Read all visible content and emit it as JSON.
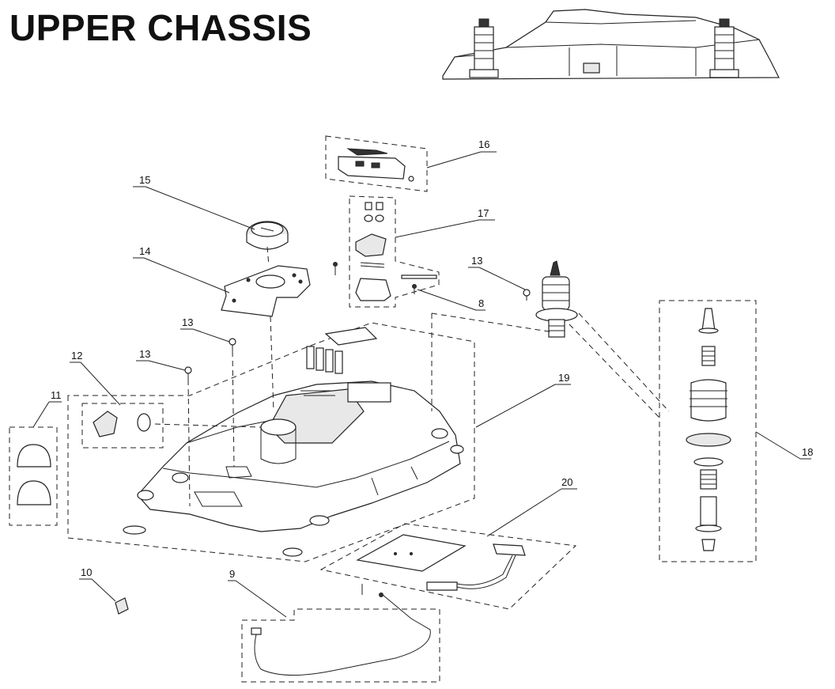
{
  "title": "UPPER CHASSIS",
  "callouts": [
    {
      "id": "c16",
      "label": "16"
    },
    {
      "id": "c17",
      "label": "17"
    },
    {
      "id": "c15",
      "label": "15"
    },
    {
      "id": "c14",
      "label": "14"
    },
    {
      "id": "c13a",
      "label": "13"
    },
    {
      "id": "c13b",
      "label": "13"
    },
    {
      "id": "c13c",
      "label": "13"
    },
    {
      "id": "c8",
      "label": "8"
    },
    {
      "id": "c12",
      "label": "12"
    },
    {
      "id": "c11",
      "label": "11"
    },
    {
      "id": "c19",
      "label": "19"
    },
    {
      "id": "c18",
      "label": "18"
    },
    {
      "id": "c20",
      "label": "20"
    },
    {
      "id": "c10",
      "label": "10"
    },
    {
      "id": "c9",
      "label": "9"
    }
  ]
}
